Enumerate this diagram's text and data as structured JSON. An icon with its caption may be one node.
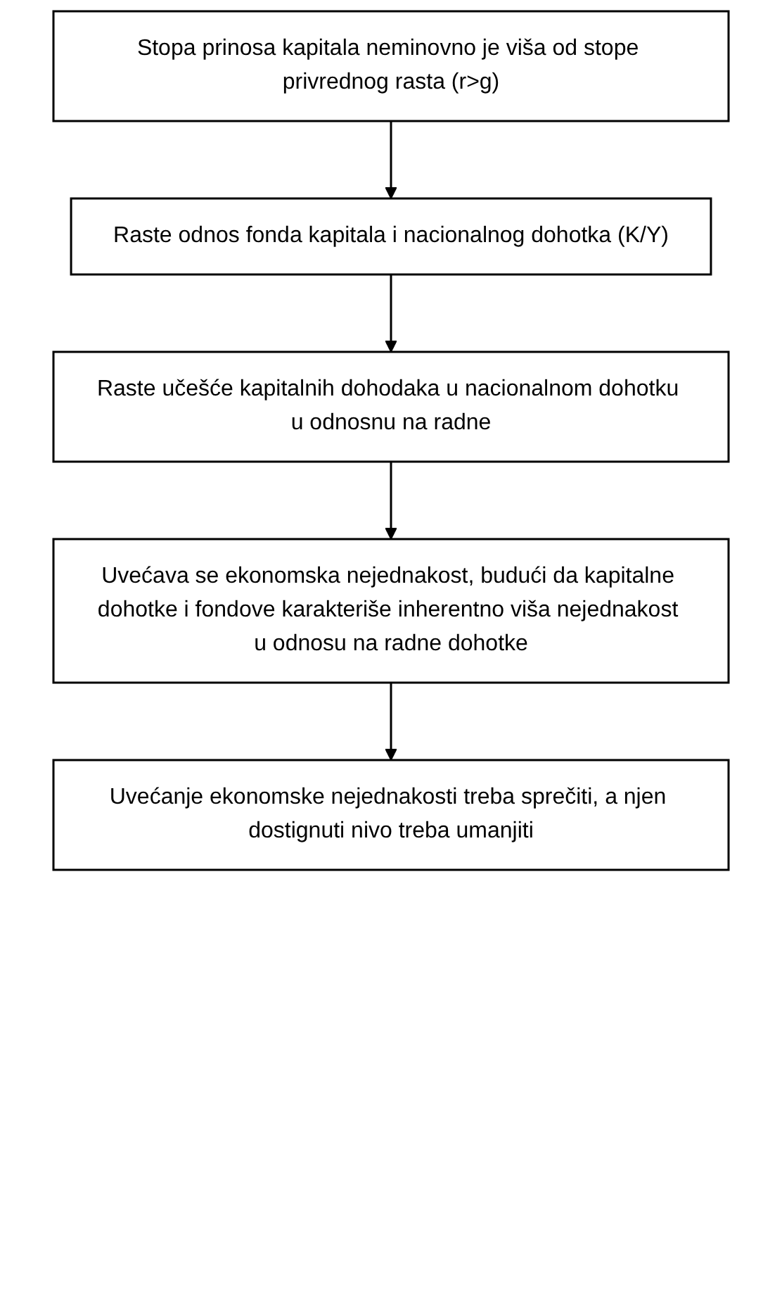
{
  "diagram": {
    "nodes": [
      {
        "text": [
          "Stopa prinosa kapitala neminovno je viša od stope privrednog rasta (r>g)"
        ]
      },
      {
        "text": [
          "Raste odnos fonda kapitala i nacionalnog dohotka (K/Y)"
        ]
      },
      {
        "text": [
          "Raste učešće kapitalnih dohodaka u nacionalnom dohotku u odnosnu na radne"
        ]
      },
      {
        "text": [
          "Uvećava se ekonomska nejednakost, budući da kapitalne dohotke i fondove karakteriše inherentno viša nejednakost u odnosu na radne dohotke"
        ]
      },
      {
        "text": [
          "Uvećanje ekonomske nejednakosti treba sprečiti, a njen dostignuti nivo treba umanjiti"
        ]
      }
    ],
    "edges": [
      {
        "from": 0,
        "to": 1,
        "arrow": "to"
      },
      {
        "from": 1,
        "to": 2,
        "arrow": "to"
      },
      {
        "from": 2,
        "to": 3,
        "arrow": "to"
      },
      {
        "from": 3,
        "to": 4,
        "arrow": "to"
      }
    ]
  }
}
